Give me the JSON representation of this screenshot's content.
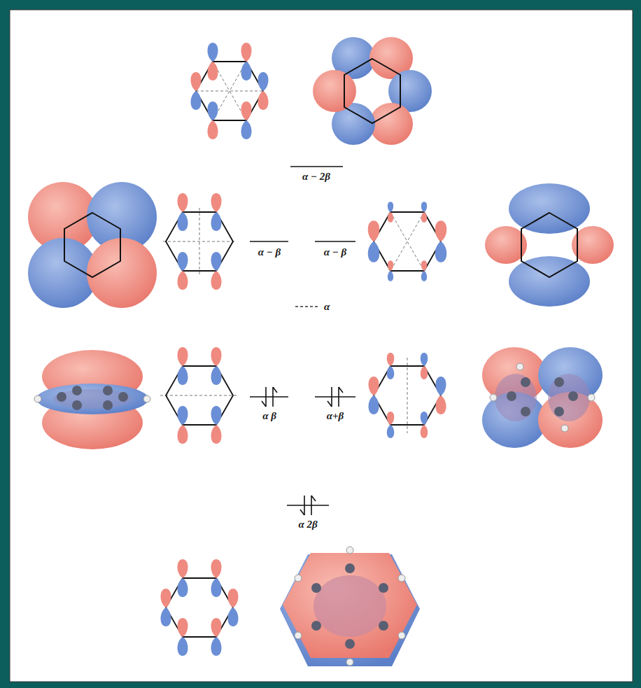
{
  "diagram": {
    "labels": [
      "α − 2β",
      "α − β",
      "α − β",
      "α",
      "α β",
      "α+β",
      "α 2β"
    ]
  }
}
